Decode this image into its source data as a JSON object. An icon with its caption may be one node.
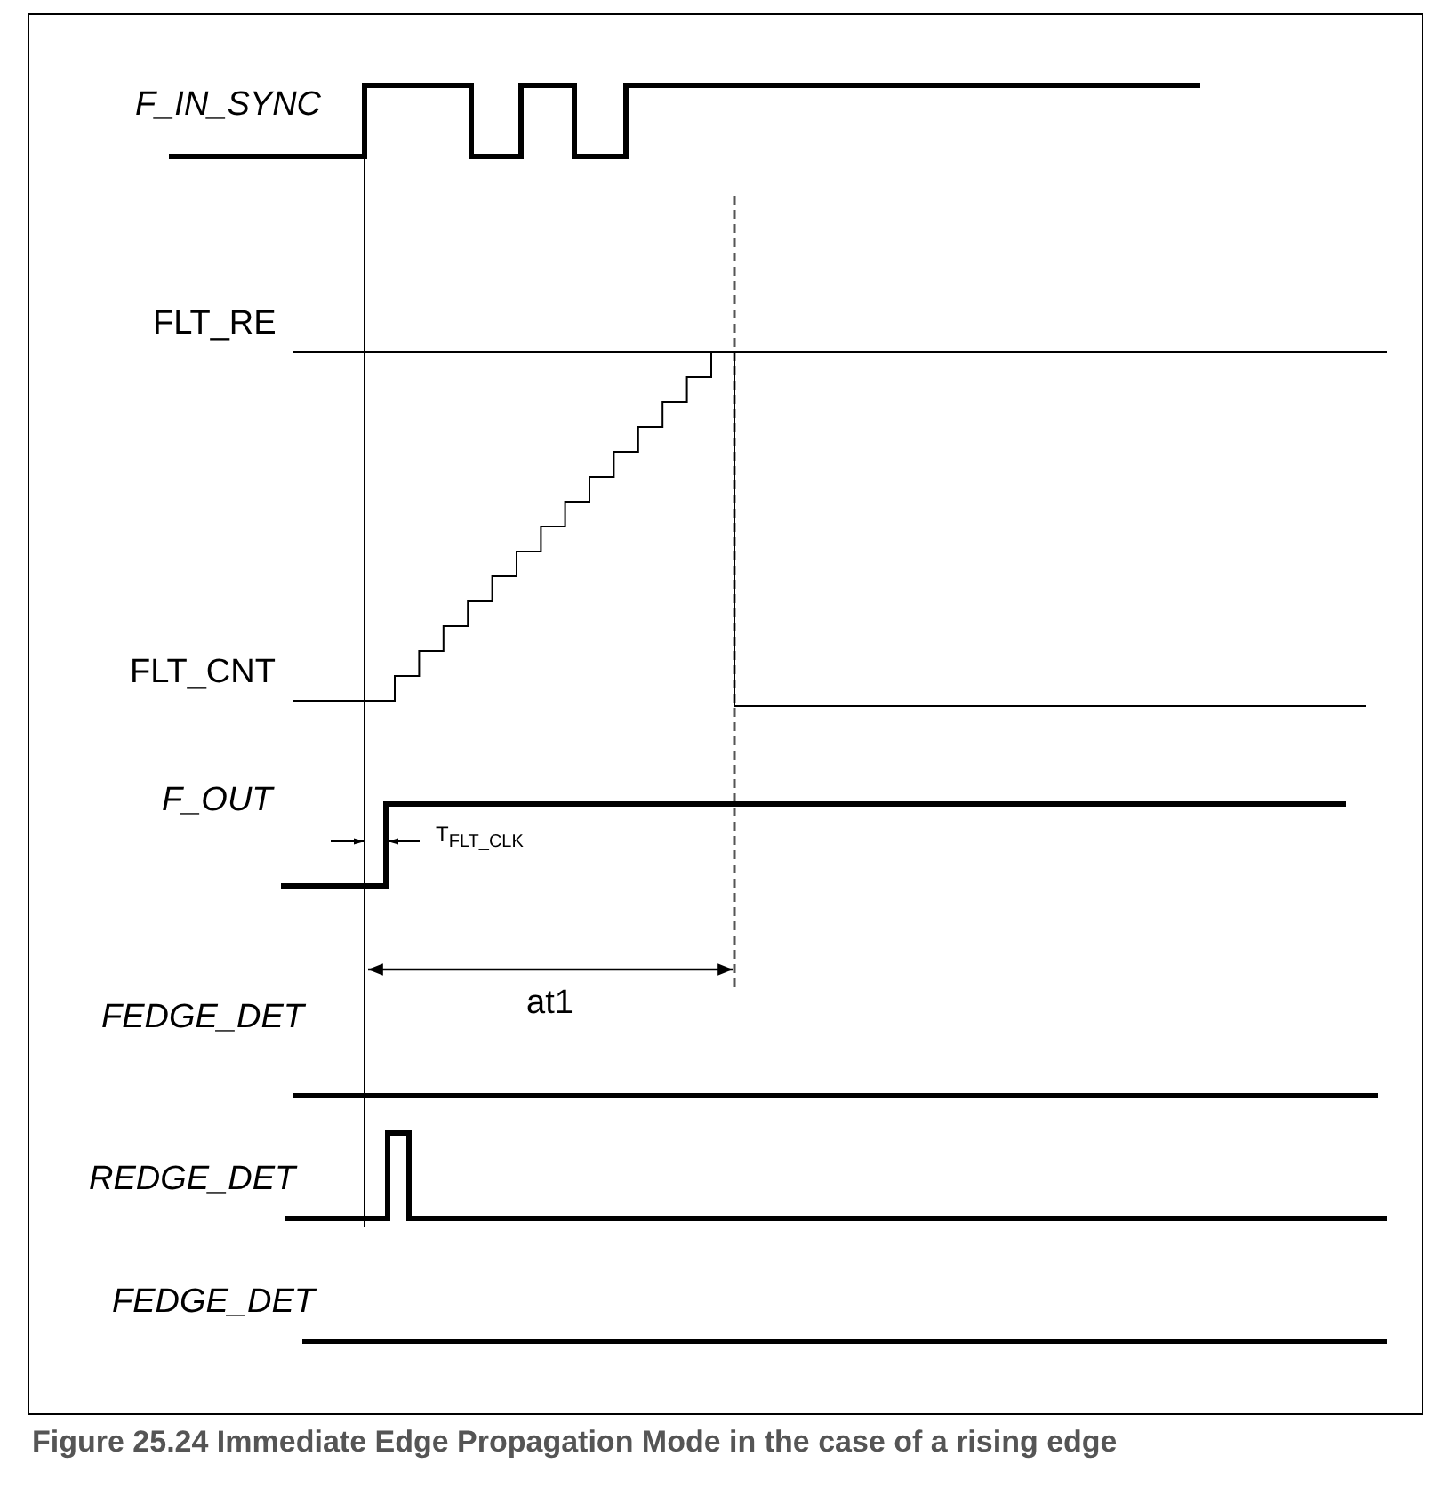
{
  "diagram": {
    "caption": "Figure 25.24 Immediate Edge Propagation Mode in the case of a rising edge",
    "labels": [
      "F_IN_SYNC",
      "FLT_RE",
      "FLT_CNT",
      "F_OUT",
      "T$_{FLT_CLK}$",
      "at1",
      "FEDGE_DET",
      "REDGE_DET",
      "FEDGE_DET"
    ]
  }
}
